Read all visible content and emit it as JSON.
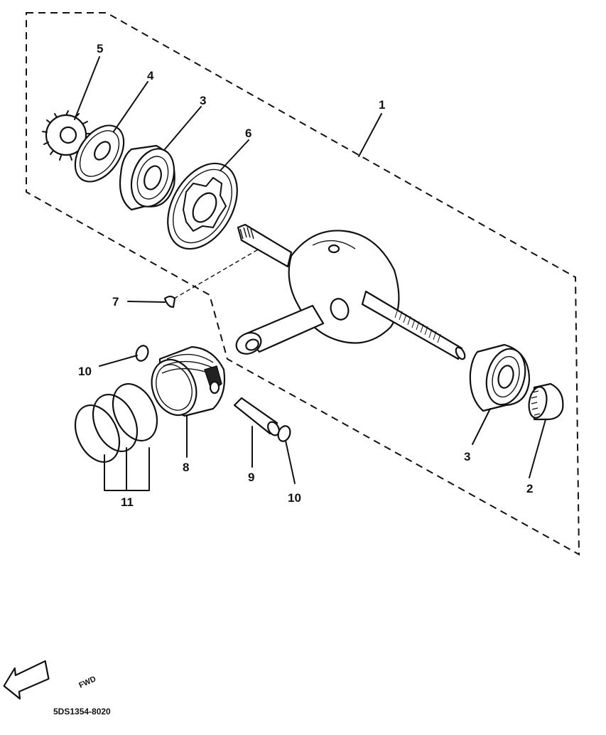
{
  "callouts": {
    "c1": "1",
    "c2": "2",
    "c3a": "3",
    "c3b": "3",
    "c4": "4",
    "c5": "5",
    "c6": "6",
    "c7": "7",
    "c8": "8",
    "c9": "9",
    "c10a": "10",
    "c10b": "10",
    "c11": "11"
  },
  "fwd_label": "FWD",
  "diagram_code": "5DS1354-8020"
}
